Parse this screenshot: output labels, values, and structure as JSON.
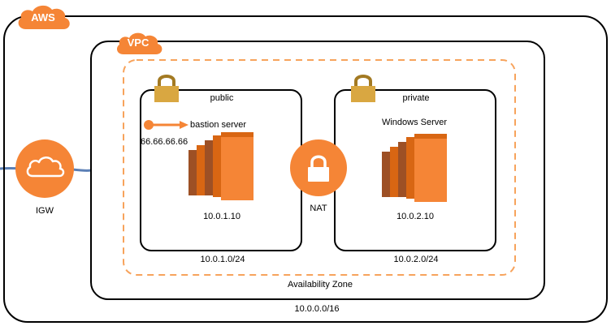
{
  "aws": {
    "label": "AWS",
    "cidr": "10.0.0.0/16"
  },
  "vpc": {
    "label": "VPC"
  },
  "availability_zone": {
    "label": "Availability Zone"
  },
  "igw": {
    "label": "IGW"
  },
  "nat": {
    "label": "NAT"
  },
  "public_subnet": {
    "name": "public",
    "cidr": "10.0.1.0/24",
    "server_label": "bastion server",
    "elastic_ip": "66.66.66.66",
    "server_ip": "10.0.1.10"
  },
  "private_subnet": {
    "name": "private",
    "cidr": "10.0.2.0/24",
    "server_label": "Windows Server",
    "server_ip": "10.0.2.10"
  },
  "colors": {
    "aws_orange": "#F58536",
    "server_dark": "#9D5025",
    "server_mid": "#D86613",
    "lock_gold": "#D9A741",
    "lock_dark": "#A37A23",
    "connector_blue": "#5B7FB5",
    "az_dash": "#F7A35C"
  }
}
